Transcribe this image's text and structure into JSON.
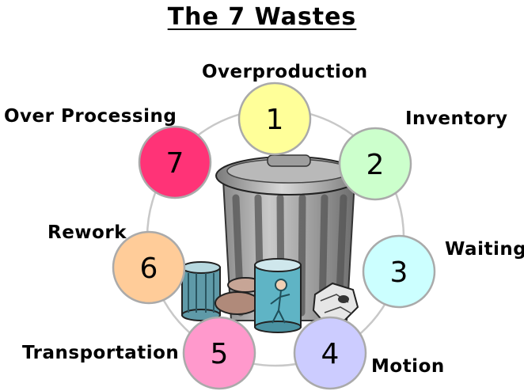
{
  "title": "The 7 Wastes",
  "wastes": [
    {
      "number": "1",
      "label": "Overproduction",
      "color": "#ffff99"
    },
    {
      "number": "2",
      "label": "Inventory",
      "color": "#ccffcc"
    },
    {
      "number": "3",
      "label": "Waiting",
      "color": "#ccffff"
    },
    {
      "number": "4",
      "label": "Motion",
      "color": "#ccccff"
    },
    {
      "number": "5",
      "label": "Transportation",
      "color": "#ff99cc"
    },
    {
      "number": "6",
      "label": "Rework",
      "color": "#ffcc99"
    },
    {
      "number": "7",
      "label": "Over Processing",
      "color": "#ff3377"
    }
  ],
  "center_image": "trash-can-illustration",
  "ring_color": "#c8c8c8"
}
